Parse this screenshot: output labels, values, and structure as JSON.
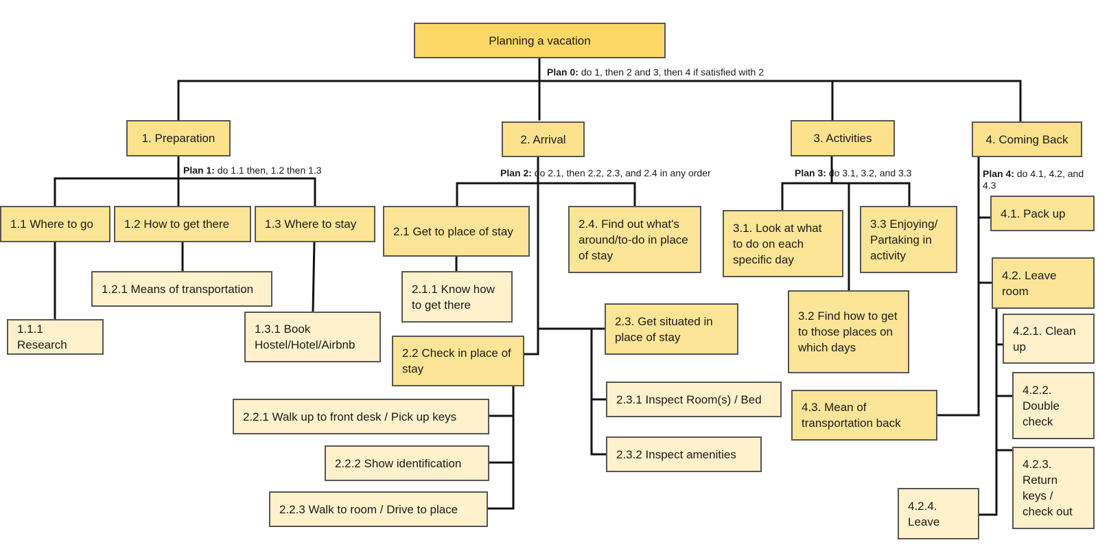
{
  "root": "Planning a vacation",
  "plans": {
    "p0": {
      "label": "Plan 0:",
      "text": " do 1, then 2 and 3, then 4 if satisfied with 2"
    },
    "p1": {
      "label": "Plan 1:",
      "text": " do 1.1 then, 1.2 then 1.3"
    },
    "p2": {
      "label": "Plan 2:",
      "text": "  do 2.1, then 2.2, 2.3, and 2.4 in any order"
    },
    "p3": {
      "label": "Plan 3:",
      "text": " do 3.1, 3.2, and 3.3"
    },
    "p4": {
      "label": "Plan 4:",
      "text": "  do 4.1, 4.2, and 4.3"
    }
  },
  "nodes": {
    "n1": "1. Preparation",
    "n1_1": "1.1 Where to go",
    "n1_1_1": "1.1.1 Research",
    "n1_2": "1.2 How to get there",
    "n1_2_1": "1.2.1 Means of transportation",
    "n1_3": "1.3 Where to stay",
    "n1_3_1": "1.3.1 Book Hostel/Hotel/Airbnb",
    "n2": "2. Arrival",
    "n2_1": "2.1 Get to place of stay",
    "n2_1_1": "2.1.1 Know how to get there",
    "n2_2": "2.2 Check in place of stay",
    "n2_2_1": "2.2.1 Walk up to front desk / Pick up keys",
    "n2_2_2": "2.2.2 Show identification",
    "n2_2_3": "2.2.3 Walk to room / Drive to place",
    "n2_3": "2.3. Get situated in place of stay",
    "n2_3_1": "2.3.1 Inspect Room(s) / Bed",
    "n2_3_2": "2.3.2 Inspect amenities",
    "n2_4": "2.4. Find out what's around/to-do in place of stay",
    "n3": "3. Activities",
    "n3_1": "3.1. Look at what to do on each specific day",
    "n3_2": "3.2 Find how to get to those places on which days",
    "n3_3": "3.3 Enjoying/ Partaking in activity",
    "n4": "4. Coming Back",
    "n4_1": "4.1. Pack up",
    "n4_2": "4.2. Leave room",
    "n4_2_1": "4.2.1. Clean up",
    "n4_2_2": "4.2.2. Double check",
    "n4_2_3": "4.2.3. Return keys / check out",
    "n4_2_4": "4.2.4. Leave",
    "n4_3": "4.3. Mean of transportation back"
  }
}
